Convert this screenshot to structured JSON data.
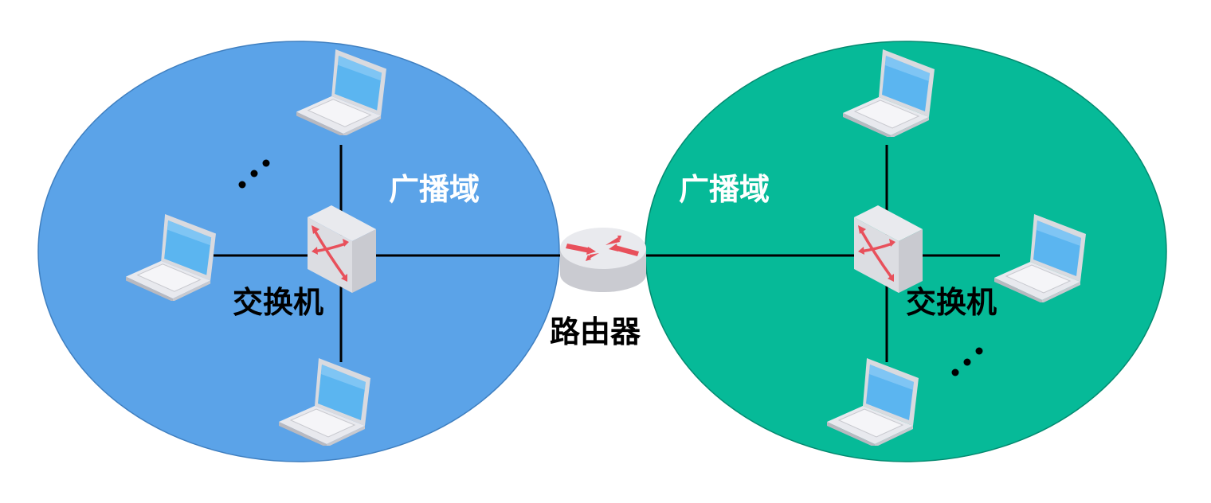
{
  "diagram": {
    "left_domain": {
      "label": "广播域",
      "color": "#5BA3E8",
      "switch_label": "交换机",
      "ellipsis": "…"
    },
    "right_domain": {
      "label": "广播域",
      "color": "#06BA98",
      "switch_label": "交换机",
      "ellipsis": "…"
    },
    "router": {
      "label": "路由器"
    },
    "colors": {
      "arrow": "#E8505B",
      "device": "#E4E5EA",
      "screen": "#5BB5F0"
    }
  }
}
